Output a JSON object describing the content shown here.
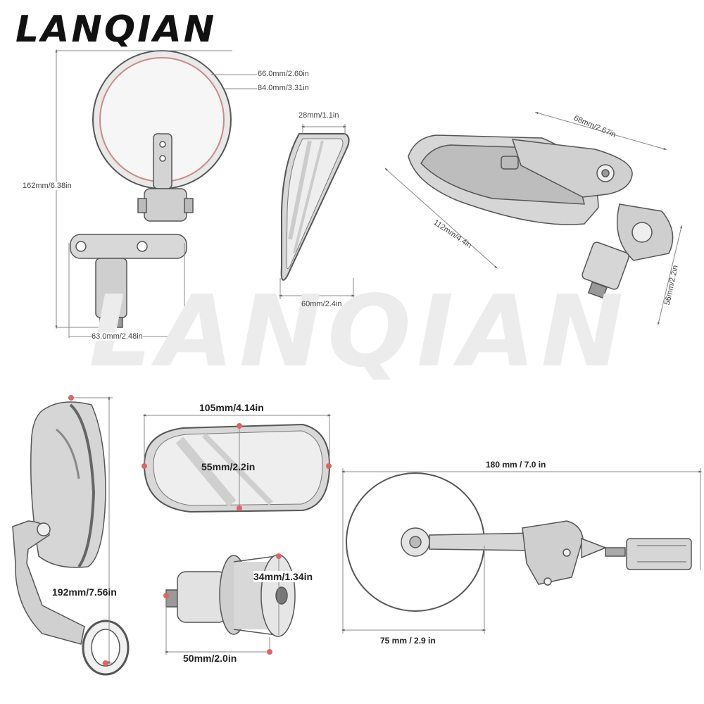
{
  "brand": {
    "logo_text": "LANQIAN",
    "watermark_text": "LANQIAN"
  },
  "colors": {
    "line": "#555555",
    "part_fill": "#d4d4d4",
    "part_dark": "#9a9a9a",
    "glass": "#ebebeb",
    "accent_ring": "#c98a86",
    "marker_dot": "#e06464"
  },
  "dimensions": {
    "mirror1_inner": "66.0mm/2.60in",
    "mirror1_outer": "84.0mm/3.31in",
    "mirror1_height": "162mm/6.38in",
    "mirror1_plug": "63.0mm/2.48in",
    "glass_top": "28mm/1.1in",
    "glass_width": "60mm/2.4in",
    "arm_length": "68mm/2.67in",
    "body_length": "112mm/4.4in",
    "clamp_height": "56mm/2.2in",
    "mirror3_height": "192mm/7.56in",
    "oval_width": "105mm/4.14in",
    "oval_height": "55mm/2.2in",
    "plug_diameter": "34mm/1.34in",
    "plug_length": "50mm/2.0in",
    "total_length": "180 mm / 7.0 in",
    "round_diameter": "75 mm / 2.9 in"
  }
}
